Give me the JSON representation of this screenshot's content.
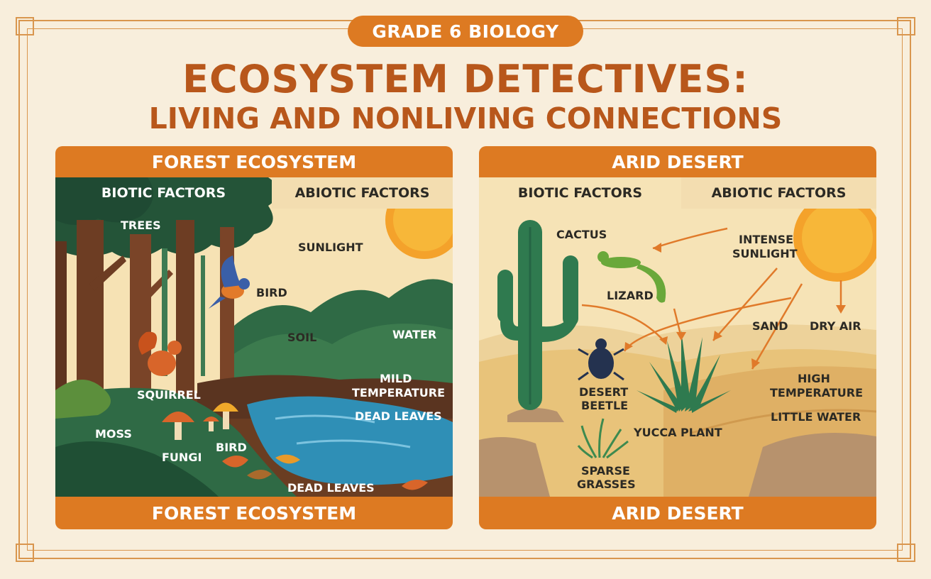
{
  "badge": "GRADE 6 BIOLOGY",
  "title": {
    "line1": "ECOSYSTEM DETECTIVES:",
    "line2": "LIVING AND NONLIVING CONNECTIONS"
  },
  "colors": {
    "accent": "#dd7a22",
    "title": "#b8571b",
    "background": "#f8eedc",
    "forest_green": "#2f5f44",
    "water": "#2f8fb6",
    "sand": "#e8c37a"
  },
  "forest": {
    "header": "FOREST ECOSYSTEM",
    "footer": "FOREST ECOSYSTEM",
    "biotic_heading": "BIOTIC FACTORS",
    "abiotic_heading": "ABIOTIC FACTORS",
    "labels": {
      "trees": "TREES",
      "sunlight": "SUNLIGHT",
      "bird_top": "BIRD",
      "soil": "SOIL",
      "water": "WATER",
      "mild_temperature_1": "MILD",
      "mild_temperature_2": "TEMPERATURE",
      "dead_leaves_right": "DEAD LEAVES",
      "squirrel": "SQUIRREL",
      "moss": "MOSS",
      "fungi": "FUNGI",
      "bird_bottom": "BIRD",
      "dead_leaves_bottom": "DEAD LEAVES"
    }
  },
  "desert": {
    "header": "ARID DESERT",
    "footer": "ARID DESERT",
    "biotic_heading": "BIOTIC FACTORS",
    "abiotic_heading": "ABIOTIC FACTORS",
    "labels": {
      "cactus": "CACTUS",
      "lizard": "LIZARD",
      "intense_sunlight_1": "INTENSE",
      "intense_sunlight_2": "SUNLIGHT",
      "sand": "SAND",
      "dry_air": "DRY AIR",
      "desert_beetle_1": "DESERT",
      "desert_beetle_2": "BEETLE",
      "high_temperature_1": "HIGH",
      "high_temperature_2": "TEMPERATURE",
      "little_water": "LITTLE WATER",
      "yucca_plant": "YUCCA PLANT",
      "sparse_grasses_1": "SPARSE",
      "sparse_grasses_2": "GRASSES"
    }
  }
}
